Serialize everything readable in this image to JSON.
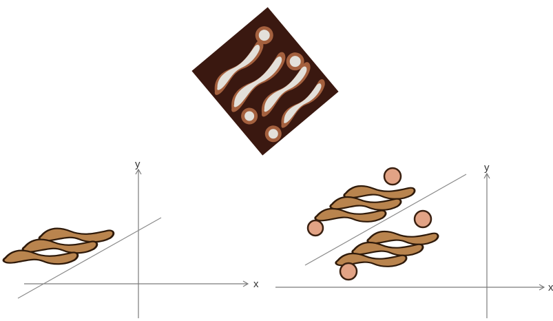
{
  "colors": {
    "motif_fill": "#b9844e",
    "motif_outline": "#2f1a0a",
    "motif_highlight": "#d9a36c",
    "dot_fill": "#e2a385",
    "dot_outline": "#3a2010",
    "batik_ground": "#3a1810",
    "batik_light": "#e3e0da",
    "batik_rim": "#a4603e",
    "axis": "#7a7a7a",
    "mirror_line": "#8a8a8a"
  },
  "left_graph": {
    "x_label": "x",
    "y_label": "y"
  },
  "right_graph": {
    "x_label": "x",
    "y_label": "y"
  }
}
